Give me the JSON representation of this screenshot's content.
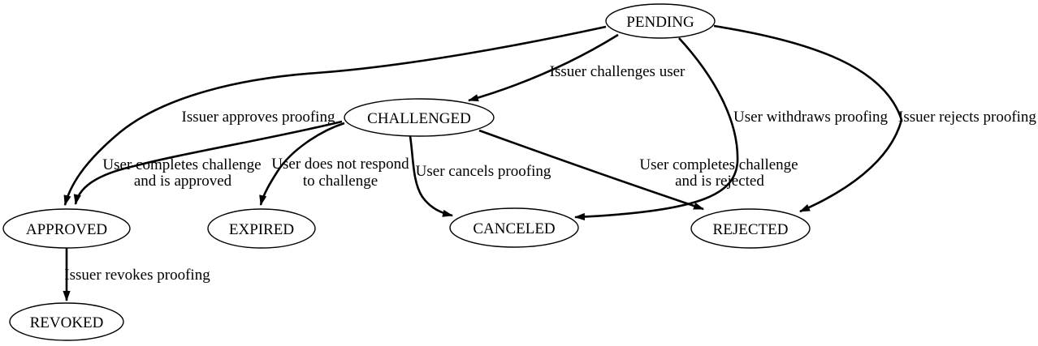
{
  "diagram": {
    "kind": "state-machine",
    "background_color": "#ffffff",
    "line_color": "#000000",
    "states": [
      {
        "label": "PENDING"
      },
      {
        "label": "CHALLENGED"
      },
      {
        "label": "APPROVED"
      },
      {
        "label": "EXPIRED"
      },
      {
        "label": "CANCELED"
      },
      {
        "label": "REJECTED"
      },
      {
        "label": "REVOKED"
      }
    ],
    "transitions": [
      {
        "from": "PENDING",
        "to": "CHALLENGED",
        "label": [
          "Issuer challenges user"
        ]
      },
      {
        "from": "PENDING",
        "to": "APPROVED",
        "label": [
          "Issuer approves proofing"
        ]
      },
      {
        "from": "PENDING",
        "to": "CANCELED",
        "label": [
          "User withdraws proofing"
        ]
      },
      {
        "from": "PENDING",
        "to": "REJECTED",
        "label": [
          "Issuer rejects proofing"
        ]
      },
      {
        "from": "CHALLENGED",
        "to": "APPROVED",
        "label": [
          "User completes challenge",
          "and is approved"
        ]
      },
      {
        "from": "CHALLENGED",
        "to": "EXPIRED",
        "label": [
          "User does not respond",
          "to challenge"
        ]
      },
      {
        "from": "CHALLENGED",
        "to": "CANCELED",
        "label": [
          "User cancels proofing"
        ]
      },
      {
        "from": "CHALLENGED",
        "to": "REJECTED",
        "label": [
          "User completes challenge",
          "and is rejected"
        ]
      },
      {
        "from": "APPROVED",
        "to": "REVOKED",
        "label": [
          "Issuer revokes proofing"
        ]
      }
    ]
  }
}
